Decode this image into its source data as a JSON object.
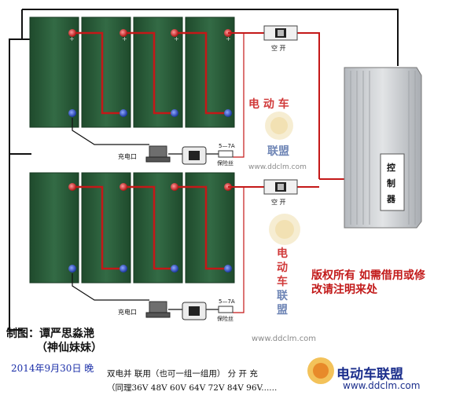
{
  "switch_label": "空 开",
  "charge_port_label": "充电口",
  "fuse_label_1": "5—7A",
  "fuse_label_2": "保险丝",
  "controller_label": [
    "控",
    "制",
    "器"
  ],
  "credit": {
    "line1": "制图：谭严思淼滟",
    "line2": "（神仙妹妹）"
  },
  "date": "2014年9月30日 晚",
  "note1": "双电并 联用（也可一组一组用）   分 开 充",
  "note2": "（同理36V 48V 60V 64V 72V 84V 96V......",
  "copyright": [
    "版权所有  如需借用或修",
    "改请注明来处"
  ],
  "watermark": {
    "brand_top": "电 动 车",
    "brand_bottom": "联盟",
    "vertical_chars": [
      "电",
      "动",
      "车",
      "联",
      "盟"
    ],
    "url": "www.ddclm.com"
  },
  "logo": {
    "name": "电动车联盟",
    "url": "www.ddclm.com"
  },
  "colors": {
    "battery": "#2e5e3d",
    "positive_wire": "#c41818",
    "negative_terminal": "#1d3fae",
    "controller": "#c9ccd0"
  }
}
